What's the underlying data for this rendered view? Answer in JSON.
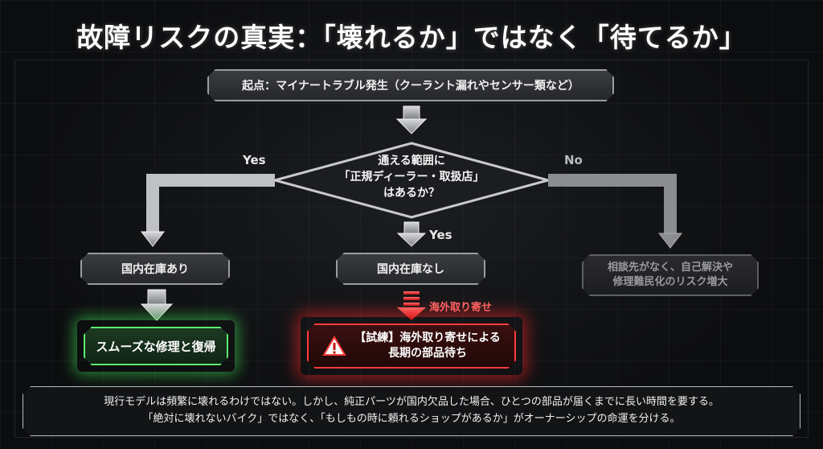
{
  "title": "故障リスクの真実：「壊れるか」ではなく「待てるか」",
  "nodes": {
    "start": "起点：マイナートラブル発生（クーラント漏れやセンサー類など）",
    "decision_line1": "通える範囲に",
    "decision_line2": "「正規ディーラー・取扱店」",
    "decision_line3": "はあるか？",
    "in_stock": "国内在庫あり",
    "no_stock": "国内在庫なし",
    "no_dealer_line1": "相談先がなく、自己解決や",
    "no_dealer_line2": "修理難民化のリスク増大",
    "smooth_repair": "スムーズな修理と復帰",
    "trial_line1": "【試練】海外取り寄せによる",
    "trial_line2": "長期の部品待ち"
  },
  "edge_labels": {
    "yes_left": "Yes",
    "no_right": "No",
    "yes_down": "Yes",
    "overseas": "海外取り寄せ"
  },
  "footer": {
    "line1": "現行モデルは頻繁に壊れるわけではない。しかし、純正パーツが国内欠品した場合、ひとつの部品が届くまでに長い時間を要する。",
    "line2": "「絶対に壊れないバイク」ではなく、「もしもの時に頼れるショップがあるか」がオーナーシップの命運を分ける。"
  },
  "colors": {
    "success": "#5cf06e",
    "danger": "#ff3b3b",
    "neutral": "#9a9ca0",
    "muted": "#5d5f62"
  },
  "icons": {
    "warning": "warning-triangle-icon",
    "arrow": "arrow-down-icon"
  }
}
